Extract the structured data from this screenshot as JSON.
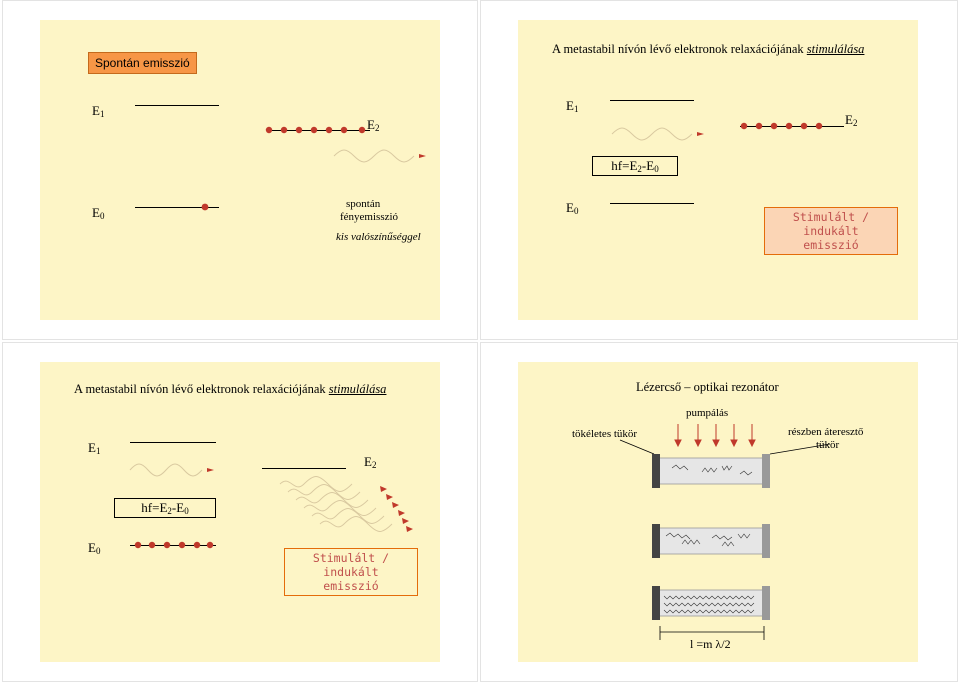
{
  "slide1": {
    "tag": "Spontán emisszió",
    "e1": {
      "main": "E",
      "sub": "1"
    },
    "e2": {
      "main": "E",
      "sub": "2"
    },
    "e0": {
      "main": "E",
      "sub": "0"
    },
    "caption_line1": "spontán",
    "caption_line2": "fényemisszió",
    "caption_italic": "kis valószínűséggel"
  },
  "slide2": {
    "title_plain": "A metastabil nívón lévő elektronok relaxációjának ",
    "title_em": "stimulálása",
    "e1": {
      "main": "E",
      "sub": "1"
    },
    "e2": {
      "main": "E",
      "sub": "2"
    },
    "e0": {
      "main": "E",
      "sub": "0"
    },
    "hf": {
      "a": "hf=E",
      "s1": "2",
      "b": "-E",
      "s2": "0"
    },
    "stim_line1": "Stimulált / indukált",
    "stim_line2": "emisszió"
  },
  "slide3": {
    "title_plain": "A metastabil nívón lévő elektronok relaxációjának ",
    "title_em": "stimulálása",
    "e1": {
      "main": "E",
      "sub": "1"
    },
    "e2": {
      "main": "E",
      "sub": "2"
    },
    "e0": {
      "main": "E",
      "sub": "0"
    },
    "hf": {
      "a": "hf=E",
      "s1": "2",
      "b": "-E",
      "s2": "0"
    },
    "stim_line1": "Stimulált / indukált",
    "stim_line2": "emisszió"
  },
  "slide4": {
    "title": "Lézercső – optikai rezonátor",
    "pump": "pumpálás",
    "left_mirror": "tökéletes tükör",
    "right_mirror_line1": "részben áteresztő",
    "right_mirror_line2": "tükör",
    "formula": "l =m λ/2"
  },
  "colors": {
    "slide_bg": "#fdf5c6",
    "dot": "#c0392b",
    "tag_bg": "#f79646",
    "stim_text": "#c0504d",
    "arrow_red": "#c0392b"
  }
}
